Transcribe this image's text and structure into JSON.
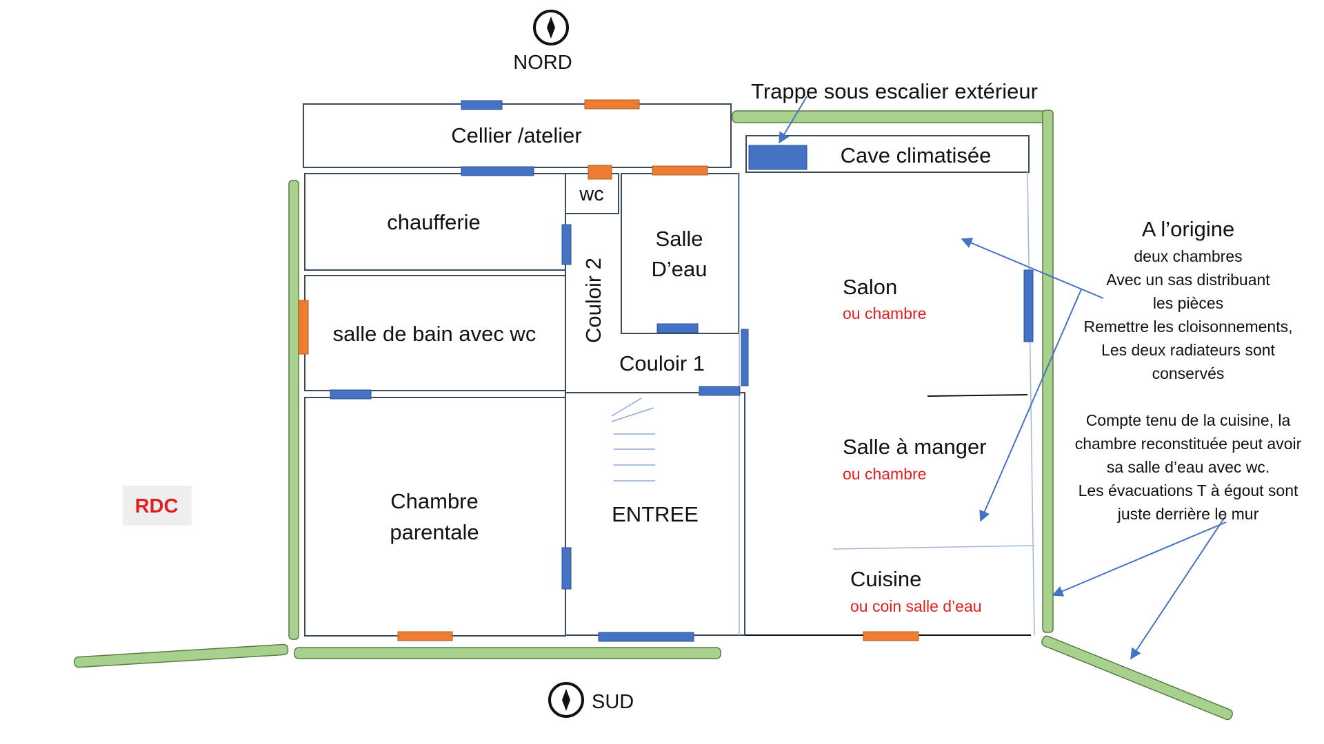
{
  "compass": {
    "north": "NORD",
    "south": "SUD"
  },
  "floor_tag": "RDC",
  "rooms": {
    "cellier": "Cellier /atelier",
    "cave": "Cave climatisée",
    "trappe": "Trappe sous escalier extérieur",
    "wc": "wc",
    "chaufferie": "chaufferie",
    "salle_eau": [
      "Salle",
      "D’eau"
    ],
    "couloir2": "Couloir 2",
    "couloir1": "Couloir 1",
    "salle_bain": "salle de bain avec wc",
    "chambre_parentale": [
      "Chambre",
      "parentale"
    ],
    "entree": "ENTREE",
    "salon": "Salon",
    "salon_alt": "ou chambre",
    "salle_manger": "Salle à manger",
    "salle_manger_alt": "ou chambre",
    "cuisine": "Cuisine",
    "cuisine_alt": "ou coin salle d’eau"
  },
  "notes": {
    "origin_title": "A l’origine",
    "origin_lines": [
      "deux chambres",
      "Avec un sas distribuant",
      "les pièces",
      "Remettre les cloisonnements,",
      "Les deux radiateurs sont",
      "conservés"
    ],
    "kitchen_lines": [
      "Compte tenu de la cuisine, la",
      "chambre reconstituée peut avoir",
      "sa salle d’eau avec wc.",
      "Les évacuations T à égout sont",
      "juste derrière le mur"
    ]
  },
  "colors": {
    "wall": "#a9d18e",
    "window_blue": "#4472c4",
    "radiator_orange": "#ed7d31",
    "accent_red": "#e02020",
    "arrow": "#4472c4"
  }
}
